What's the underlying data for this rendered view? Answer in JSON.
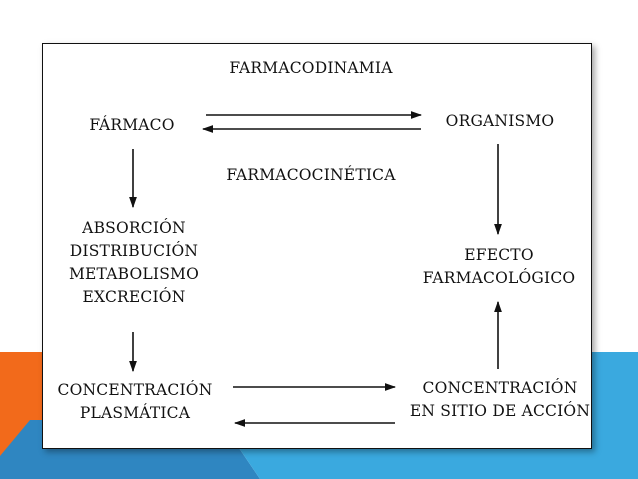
{
  "colors": {
    "orange": "#f26a1b",
    "blue": "#3aa9df",
    "dark_blue": "#2f86c1",
    "ink": "#111111"
  },
  "diagram": {
    "top_process": "FARMACODINAMIA",
    "bottom_process": "FARMACOCINÉTICA",
    "drug": "FÁRMACO",
    "organism": "ORGANISMO",
    "adme": [
      "ABSORCIÓN",
      "DISTRIBUCIÓN",
      "METABOLISMO",
      "EXCRECIÓN"
    ],
    "effect": [
      "EFECTO",
      "FARMACOLÓGICO"
    ],
    "plasma": [
      "CONCENTRACIÓN",
      "PLASMÁTICA"
    ],
    "site": [
      "CONCENTRACIÓN",
      "EN SITIO DE ACCIÓN"
    ]
  }
}
